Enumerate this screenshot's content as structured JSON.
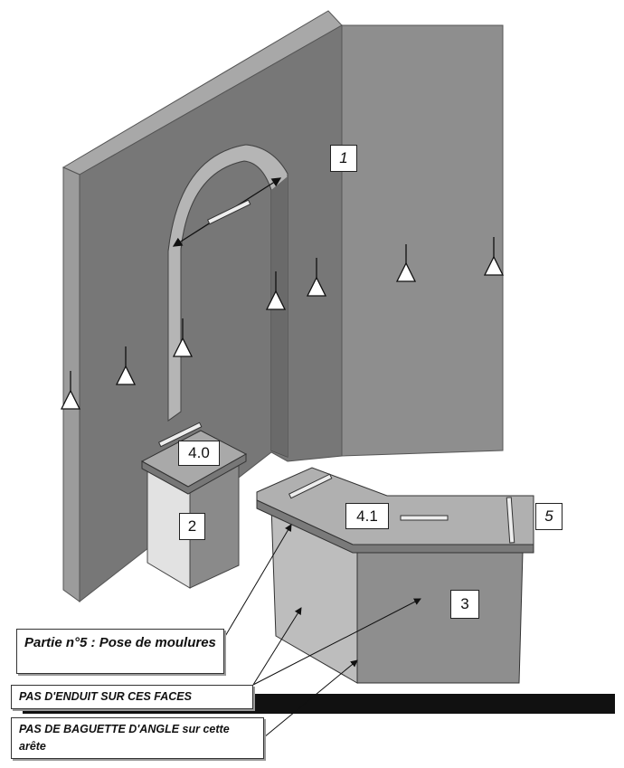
{
  "markers": {
    "wall_arch": "1",
    "plinth_top": "4.0",
    "plinth": "2",
    "counter_top": "4.1",
    "counter_end": "5",
    "counter": "3"
  },
  "callouts": {
    "part": "Partie n°5 : Pose de moulures",
    "no_plaster": "PAS D'ENDUIT SUR CES FACES",
    "no_corner_bead_bold": "PAS DE BAGUETTE D'ANGLE",
    "no_corner_bead_rest": " sur cette arête"
  },
  "colors": {
    "wall": "#8c8c8c",
    "wall_dark": "#6f6f6f",
    "face_light": "#d6d6d6",
    "ground": "#111111"
  }
}
